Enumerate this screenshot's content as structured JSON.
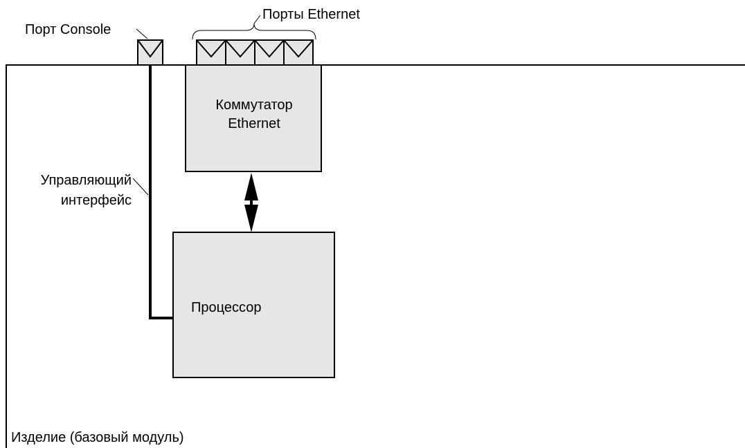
{
  "labels": {
    "console_port": "Порт Console",
    "ethernet_ports": "Порты Ethernet",
    "switch_line1": "Коммутатор",
    "switch_line2": "Ethernet",
    "mgmt_line1": "Управляющий",
    "mgmt_line2": "интерфейс",
    "processor": "Процессор",
    "device": "Изделие (базовый модуль)"
  },
  "ethernet_port_count": 4,
  "colors": {
    "block_fill": "#e6e6e6",
    "port_fill": "#e6e6e6",
    "line": "#000000",
    "background": "#ffffff"
  }
}
